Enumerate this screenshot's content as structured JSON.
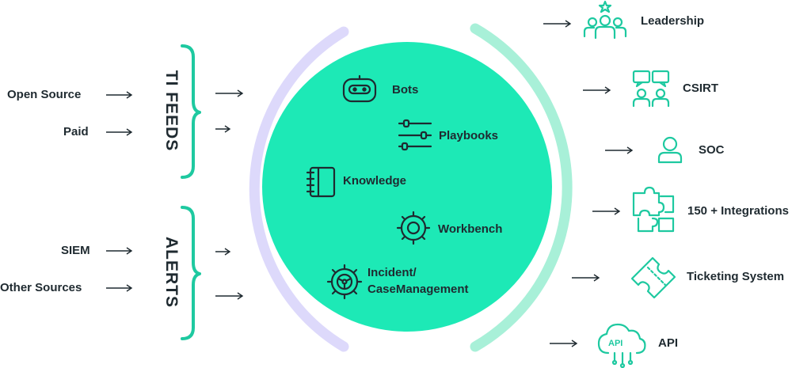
{
  "inputs": {
    "ti_feeds": {
      "title": "TI FEEDS",
      "sources": [
        "Open Source",
        "Paid"
      ]
    },
    "alerts": {
      "title": "ALERTS",
      "sources": [
        "SIEM",
        "Other Sources"
      ]
    }
  },
  "core": {
    "items": [
      {
        "label": "Bots",
        "icon": "robot-icon"
      },
      {
        "label": "Playbooks",
        "icon": "sliders-icon"
      },
      {
        "label": "Knowledge",
        "icon": "notebook-icon"
      },
      {
        "label": "Workbench",
        "icon": "gear-icon"
      },
      {
        "label_line1": "Incident/",
        "label_line2": "CaseManagement",
        "icon": "steering-gear-icon"
      }
    ]
  },
  "outputs": [
    {
      "label": "Leadership",
      "icon": "leadership-team-icon"
    },
    {
      "label": "CSIRT",
      "icon": "chat-team-icon"
    },
    {
      "label": "SOC",
      "icon": "person-icon"
    },
    {
      "label": "150 + Integrations",
      "icon": "puzzle-icon"
    },
    {
      "label": "Ticketing System",
      "icon": "ticket-icon"
    },
    {
      "label": "API",
      "icon": "api-cloud-icon"
    }
  ],
  "colors": {
    "core_fill": "#1de9b6",
    "left_arc": "#ddd9fb",
    "right_arc": "#a8f0d8",
    "brace": "#1ec9a0",
    "icon": "#1ec9a0",
    "text": "#1f2a30"
  }
}
